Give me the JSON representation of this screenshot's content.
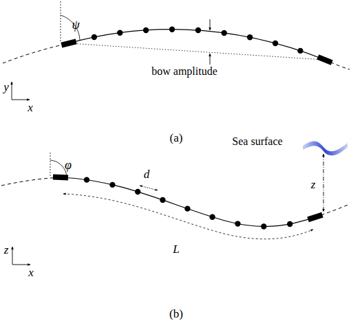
{
  "diagram": {
    "labels": [
      "ψ",
      "bow amplitude",
      "y",
      "x",
      "(a)",
      "Sea surface",
      "φ",
      "d",
      "z",
      "z",
      "x",
      "L",
      "(b)"
    ]
  }
}
